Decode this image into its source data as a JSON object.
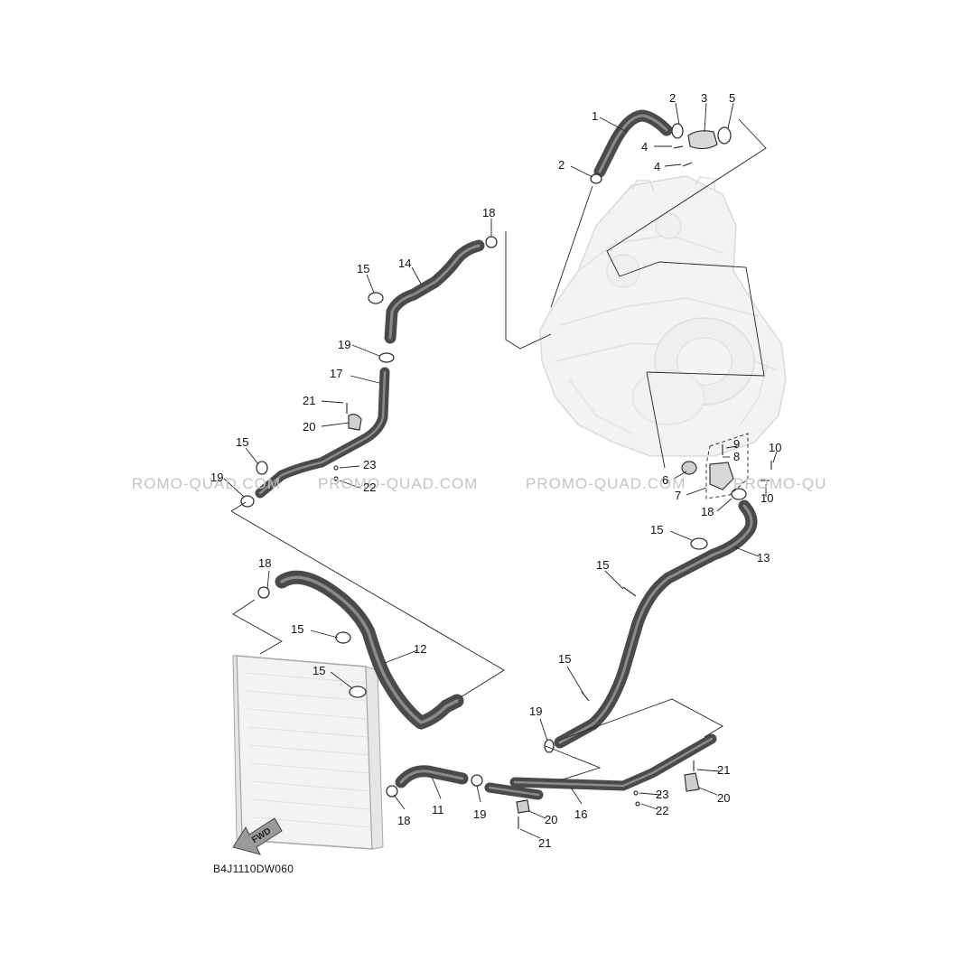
{
  "diagram": {
    "code": "B4J1110DW060",
    "watermarks": [
      "ROMO-QUAD.COM",
      "PROMO-QUAD.COM",
      "PROMO-QUAD.COM",
      "PROMO-QU"
    ],
    "fwd_label": "FWD",
    "callouts": [
      {
        "id": "c1",
        "label": "1"
      },
      {
        "id": "c2a",
        "label": "2"
      },
      {
        "id": "c2b",
        "label": "2"
      },
      {
        "id": "c3",
        "label": "3"
      },
      {
        "id": "c4a",
        "label": "4"
      },
      {
        "id": "c4b",
        "label": "4"
      },
      {
        "id": "c5",
        "label": "5"
      },
      {
        "id": "c6",
        "label": "6"
      },
      {
        "id": "c7",
        "label": "7"
      },
      {
        "id": "c8",
        "label": "8"
      },
      {
        "id": "c9",
        "label": "9"
      },
      {
        "id": "c10a",
        "label": "10"
      },
      {
        "id": "c10b",
        "label": "10"
      },
      {
        "id": "c11",
        "label": "11"
      },
      {
        "id": "c12",
        "label": "12"
      },
      {
        "id": "c13",
        "label": "13"
      },
      {
        "id": "c14",
        "label": "14"
      },
      {
        "id": "c15a",
        "label": "15"
      },
      {
        "id": "c15b",
        "label": "15"
      },
      {
        "id": "c15c",
        "label": "15"
      },
      {
        "id": "c15d",
        "label": "15"
      },
      {
        "id": "c15e",
        "label": "15"
      },
      {
        "id": "c15f",
        "label": "15"
      },
      {
        "id": "c15g",
        "label": "15"
      },
      {
        "id": "c16",
        "label": "16"
      },
      {
        "id": "c17",
        "label": "17"
      },
      {
        "id": "c18a",
        "label": "18"
      },
      {
        "id": "c18b",
        "label": "18"
      },
      {
        "id": "c18c",
        "label": "18"
      },
      {
        "id": "c18d",
        "label": "18"
      },
      {
        "id": "c19a",
        "label": "19"
      },
      {
        "id": "c19b",
        "label": "19"
      },
      {
        "id": "c19c",
        "label": "19"
      },
      {
        "id": "c19d",
        "label": "19"
      },
      {
        "id": "c20a",
        "label": "20"
      },
      {
        "id": "c20b",
        "label": "20"
      },
      {
        "id": "c20c",
        "label": "20"
      },
      {
        "id": "c21a",
        "label": "21"
      },
      {
        "id": "c21b",
        "label": "21"
      },
      {
        "id": "c21c",
        "label": "21"
      },
      {
        "id": "c22a",
        "label": "22"
      },
      {
        "id": "c22b",
        "label": "22"
      },
      {
        "id": "c23a",
        "label": "23"
      },
      {
        "id": "c23b",
        "label": "23"
      }
    ]
  }
}
